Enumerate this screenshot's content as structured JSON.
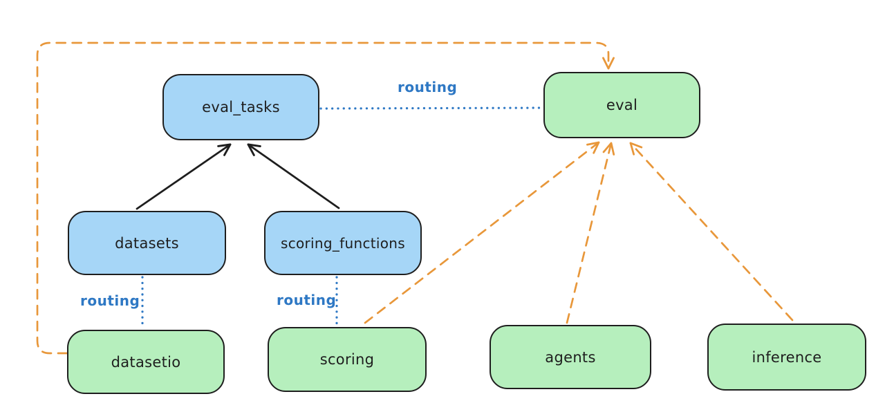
{
  "diagram": {
    "title": "",
    "background": "#ffffff",
    "colors": {
      "api_box_fill": "#a6d6f7",
      "provider_box_fill": "#b6efbd",
      "box_stroke": "#1e1e1e",
      "routing_label_blue": "#2e78c4",
      "dashed_arrow_orange": "#e8973a",
      "solid_arrow_black": "#1e1e1e"
    },
    "nodes": {
      "eval_tasks": {
        "label": "eval_tasks",
        "fill": "#a6d6f7"
      },
      "eval": {
        "label": "eval",
        "fill": "#b6efbd"
      },
      "datasets": {
        "label": "datasets",
        "fill": "#a6d6f7"
      },
      "scoring_functions": {
        "label": "scoring_functions",
        "fill": "#a6d6f7"
      },
      "datasetio": {
        "label": "datasetio",
        "fill": "#b6efbd"
      },
      "scoring": {
        "label": "scoring",
        "fill": "#b6efbd"
      },
      "agents": {
        "label": "agents",
        "fill": "#b6efbd"
      },
      "inference": {
        "label": "inference",
        "fill": "#b6efbd"
      }
    },
    "edge_labels": {
      "eval_tasks_eval": "routing",
      "datasets_datasetio": "routing",
      "scoring_functions_scoring": "routing"
    },
    "edges": [
      {
        "from": "datasets",
        "to": "eval_tasks",
        "style": "solid-black-arrow"
      },
      {
        "from": "scoring_functions",
        "to": "eval_tasks",
        "style": "solid-black-arrow"
      },
      {
        "from": "eval_tasks",
        "to": "eval",
        "style": "dotted-blue",
        "label": "routing"
      },
      {
        "from": "datasets",
        "to": "datasetio",
        "style": "dotted-blue",
        "label": "routing"
      },
      {
        "from": "scoring_functions",
        "to": "scoring",
        "style": "dotted-blue",
        "label": "routing"
      },
      {
        "from": "datasetio",
        "to": "eval",
        "style": "dashed-orange-arrow",
        "path": "left-top-loop"
      },
      {
        "from": "scoring",
        "to": "eval",
        "style": "dashed-orange-arrow"
      },
      {
        "from": "agents",
        "to": "eval",
        "style": "dashed-orange-arrow"
      },
      {
        "from": "inference",
        "to": "eval",
        "style": "dashed-orange-arrow"
      }
    ]
  }
}
